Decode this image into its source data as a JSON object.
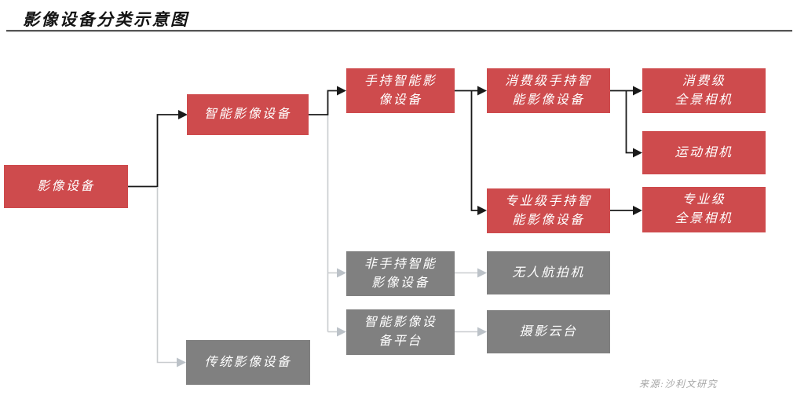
{
  "title": "影像设备分类示意图",
  "source": "来源:沙利文研究",
  "colors": {
    "red": "#ce4b4d",
    "gray": "#808080",
    "line_black": "#1a1a1a",
    "line_gray": "#c9cccf",
    "arrow_gray": "#bcc2c8"
  },
  "nodes": {
    "root": "影像设备",
    "smart": "智能影像设备",
    "traditional": "传统影像设备",
    "handheld": "手持智能影\n像设备",
    "non_handheld": "非手持智能\n影像设备",
    "platform": "智能影像设\n备平台",
    "consumer_handheld": "消费级手持智\n能影像设备",
    "professional_handheld": "专业级手持智\n能影像设备",
    "drone": "无人航拍机",
    "gimbal": "摄影云台",
    "consumer_pano": "消费级\n全景相机",
    "action_cam": "运动相机",
    "pro_pano": "专业级\n全景相机"
  }
}
